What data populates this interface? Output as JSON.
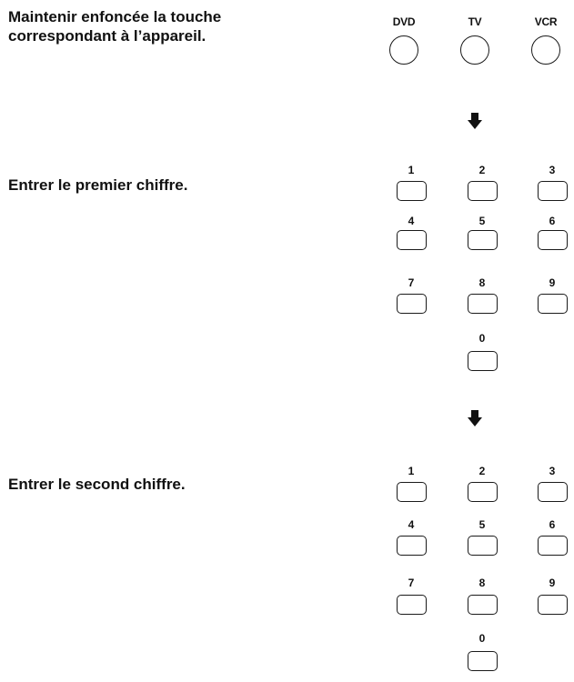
{
  "steps": {
    "hold_device": "Maintenir enfoncée la touche correspondant à l’appareil.",
    "first_digit": "Entrer le premier chiffre.",
    "second_digit": "Entrer le second chiffre."
  },
  "device_buttons": [
    "DVD",
    "TV",
    "VCR"
  ],
  "keypad_labels": [
    "1",
    "2",
    "3",
    "4",
    "5",
    "6",
    "7",
    "8",
    "9",
    "0"
  ],
  "icons": {
    "step_arrow": "arrow-down-icon"
  },
  "colors": {
    "ink": "#1a1a1a",
    "background": "#ffffff"
  }
}
